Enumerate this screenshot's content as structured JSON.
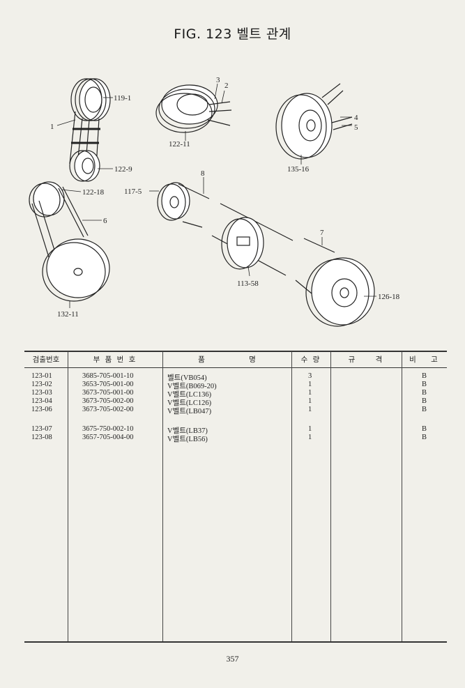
{
  "title": "FIG. 123 벨트 관계",
  "diagram": {
    "labels": [
      "119-1",
      "1",
      "3",
      "2",
      "122-11",
      "4",
      "5",
      "135-16",
      "122-9",
      "122-18",
      "117-5",
      "8",
      "6",
      "7",
      "113-58",
      "126-18",
      "132-11"
    ]
  },
  "table": {
    "headers": [
      "검출번호",
      "부 품 번 호",
      "품 명",
      "수 량",
      "규 격",
      "비 고"
    ],
    "rows": [
      {
        "no": "123-01",
        "part": "3685-705-001-10",
        "name": "벨트(VB054)",
        "qty": "3",
        "spec": "",
        "note": "B"
      },
      {
        "no": "123-02",
        "part": "3653-705-001-00",
        "name": "V벨트(B069-20)",
        "qty": "1",
        "spec": "",
        "note": "B"
      },
      {
        "no": "123-03",
        "part": "3673-705-001-00",
        "name": "V벨트(LC136)",
        "qty": "1",
        "spec": "",
        "note": "B"
      },
      {
        "no": "123-04",
        "part": "3673-705-002-00",
        "name": "V벨트(LC126)",
        "qty": "1",
        "spec": "",
        "note": "B"
      },
      {
        "no": "123-06",
        "part": "3673-705-002-00",
        "name": "V벨트(LB047)",
        "qty": "1",
        "spec": "",
        "note": "B"
      },
      {
        "no": "123-07",
        "part": "3675-750-002-10",
        "name": "V벨트(LB37)",
        "qty": "1",
        "spec": "",
        "note": "B"
      },
      {
        "no": "123-08",
        "part": "3657-705-004-00",
        "name": "V벨트(LB56)",
        "qty": "1",
        "spec": "",
        "note": "B"
      }
    ]
  },
  "page_number": "357"
}
